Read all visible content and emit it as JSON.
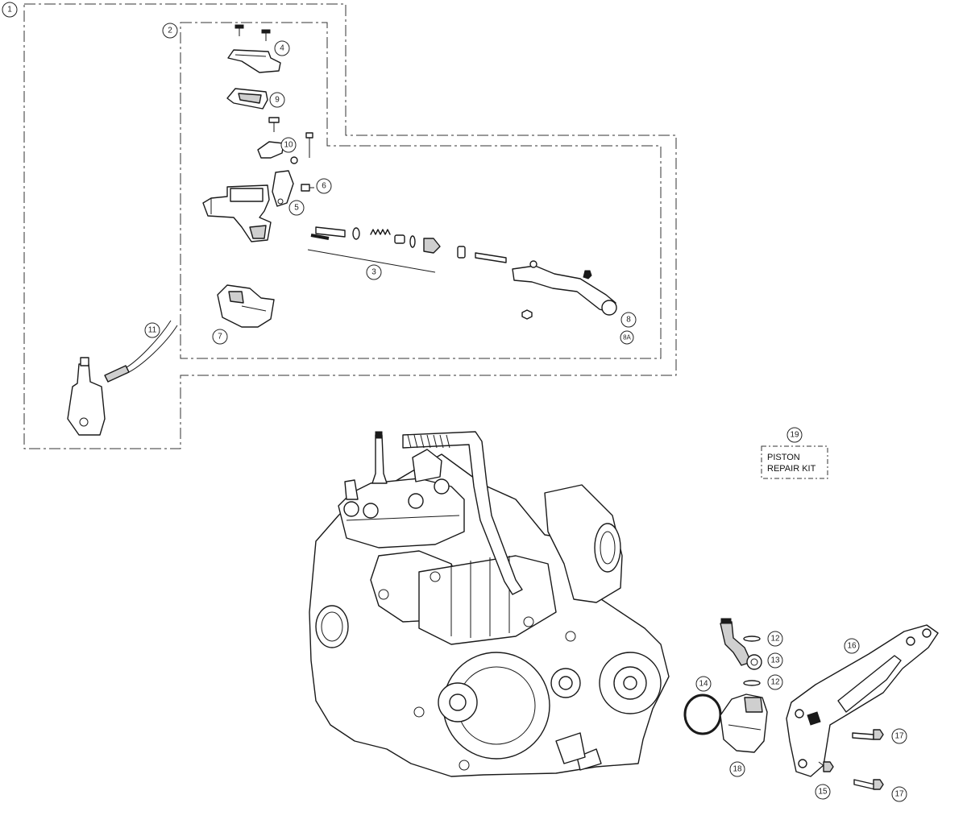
{
  "callouts": {
    "c1": "1",
    "c2": "2",
    "c3": "3",
    "c4": "4",
    "c5": "5",
    "c6": "6",
    "c7": "7",
    "c8": "8",
    "c8a": "8A",
    "c9": "9",
    "c10": "10",
    "c11": "11",
    "c12a": "12",
    "c12b": "12",
    "c13": "13",
    "c14": "14",
    "c15": "15",
    "c16": "16",
    "c17a": "17",
    "c17b": "17",
    "c18": "18",
    "c19": "19"
  },
  "kit": {
    "line1": "PISTON",
    "line2": "REPAIR KIT"
  }
}
